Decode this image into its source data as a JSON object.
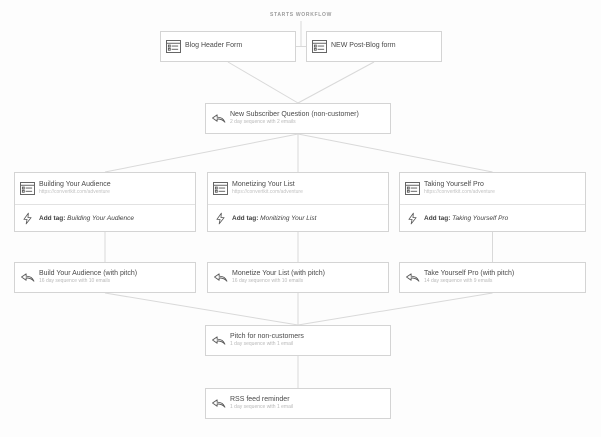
{
  "workflow": {
    "start_label": "STARTS WORKFLOW",
    "colors": {
      "node_border": "#d4d4d4",
      "connector_line": "#d9d9d9",
      "title_text": "#4a4a4a",
      "muted_text": "#b9b9b9"
    },
    "icons": {
      "form": "form-icon",
      "sequence": "sequence-icon",
      "tag": "lightning-icon"
    },
    "forms": [
      {
        "label": "Blog Header Form"
      },
      {
        "label": "NEW Post-Blog form"
      }
    ],
    "subscriber": {
      "title": "New Subscriber Question (non-customer)",
      "subtitle": "2 day sequence with 2 emails"
    },
    "branches": [
      {
        "title": "Building Your Audience",
        "url": "https://convertkit.com/adventure",
        "tag_prefix": "Add tag:",
        "tag_value": "Building Your Audience"
      },
      {
        "title": "Monetizing Your List",
        "url": "https://convertkit.com/adventure",
        "tag_prefix": "Add tag:",
        "tag_value": "Monitizing Your List"
      },
      {
        "title": "Taking Yourself Pro",
        "url": "https://convertkit.com/adventure",
        "tag_prefix": "Add tag:",
        "tag_value": "Taking Yourself Pro"
      }
    ],
    "sequences": [
      {
        "title": "Build Your Audience (with pitch)",
        "subtitle": "16 day sequence with 10 emails"
      },
      {
        "title": "Monetize Your List (with pitch)",
        "subtitle": "16 day sequence with 10 emails"
      },
      {
        "title": "Take Yourself Pro (with pitch)",
        "subtitle": "14 day sequence with 9 emails"
      }
    ],
    "pitch": {
      "title": "Pitch for non-customers",
      "subtitle": "1 day sequence with 1 email"
    },
    "rss": {
      "title": "RSS feed reminder",
      "subtitle": "1 day sequence with 1 email"
    }
  }
}
